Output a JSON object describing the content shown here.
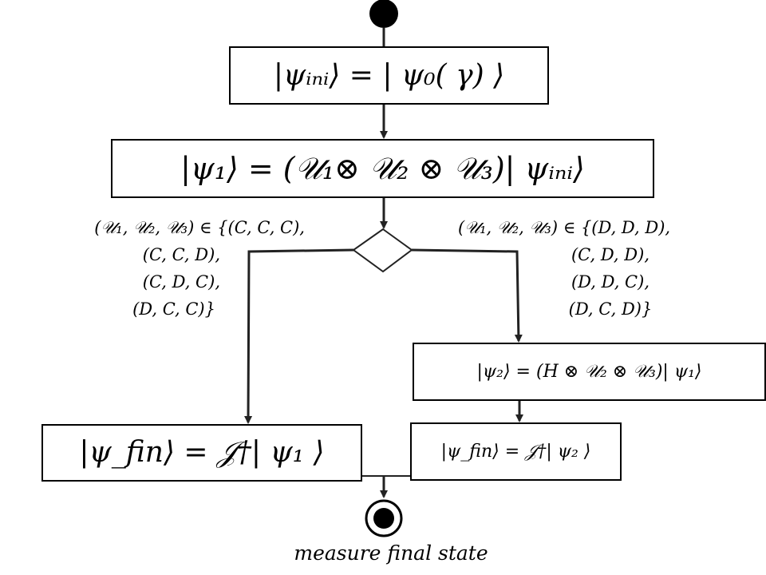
{
  "diagram": {
    "initial_state_eq": "|ψᵢₙᵢ⟩ = | ψ₀( γ) ⟩",
    "apply_gates_eq": "|ψ₁⟩ = (𝒰₁⊗ 𝒰₂ ⊗ 𝒰₃)| ψᵢₙᵢ⟩",
    "left_condition": [
      "(𝒰₁, 𝒰₂, 𝒰₃) ∈ {(C, C, C),",
      "(C, C, D),",
      "(C, D, C),",
      "(D, C, C)}"
    ],
    "right_condition": [
      "(𝒰₁, 𝒰₂, 𝒰₃) ∈ {(D, D, D),",
      "(C, D, D),",
      "(D, D, C),",
      "(D, C, D)}"
    ],
    "hadamard_eq": "|ψ₂⟩ = (H ⊗ 𝒰₂ ⊗ 𝒰₃)| ψ₁⟩",
    "final_left_eq": "|ψ_fin⟩ = 𝒥†| ψ₁ ⟩",
    "final_right_eq": "|ψ_fin⟩ = 𝒥†| ψ₂ ⟩",
    "end_caption": "measure final state"
  }
}
